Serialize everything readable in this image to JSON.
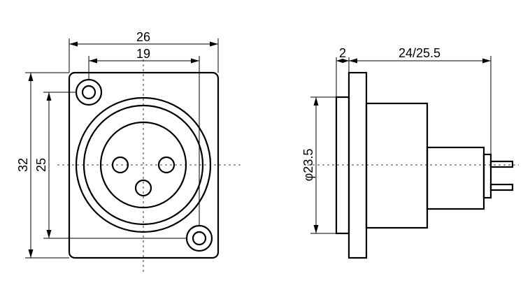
{
  "front_view": {
    "dim_width_outer": "26",
    "dim_width_holes": "19",
    "dim_height_outer": "32",
    "dim_height_holes": "25"
  },
  "side_view": {
    "dim_flange": "2",
    "dim_depth": "24/25.5",
    "dim_diameter": "φ23.5"
  }
}
